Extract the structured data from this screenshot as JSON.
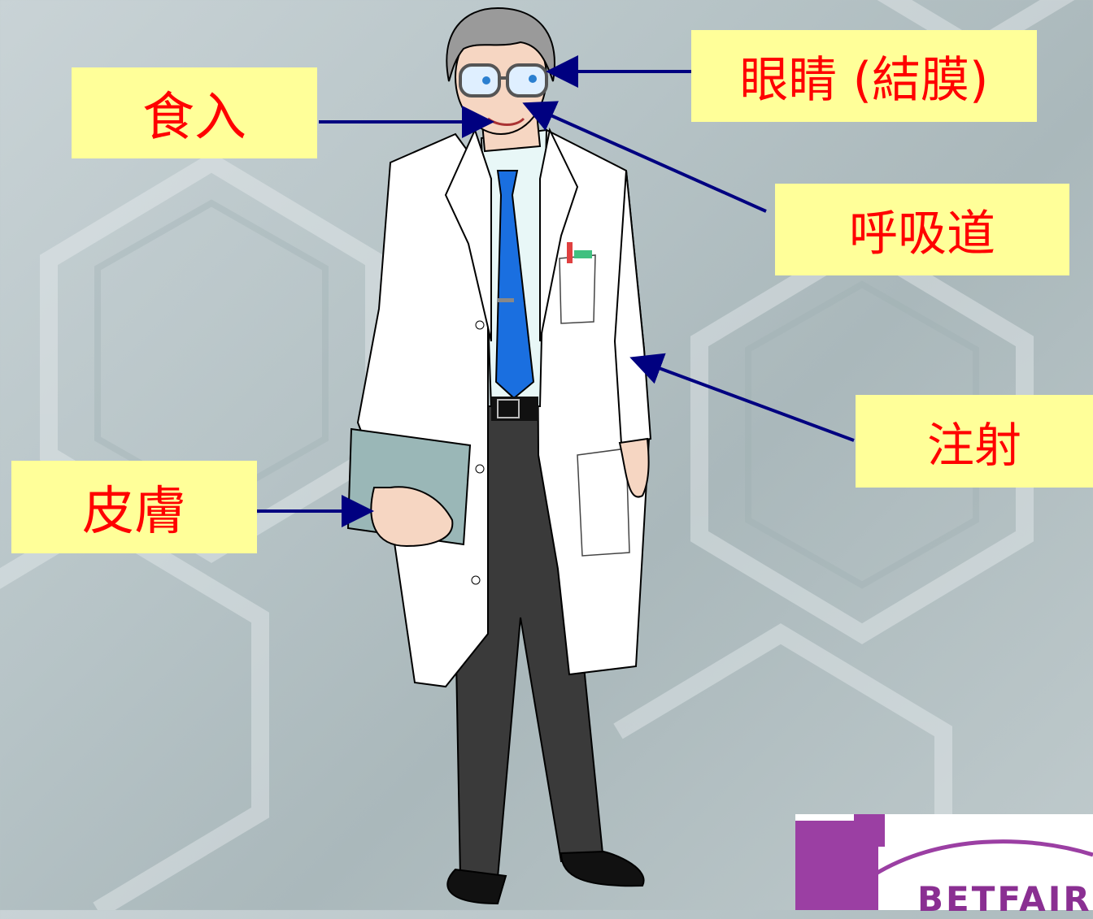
{
  "labels": {
    "eye": "眼睛 (結膜)",
    "ingestion": "食入",
    "respiratory": "呼吸道",
    "injection": "注射",
    "skin": "皮膚"
  },
  "logo": {
    "text": "BETFAIR"
  },
  "colors": {
    "label_bg": "#ffff99",
    "label_text": "#ff0000",
    "arrow": "#000080",
    "logo": "#9b3fa3"
  }
}
